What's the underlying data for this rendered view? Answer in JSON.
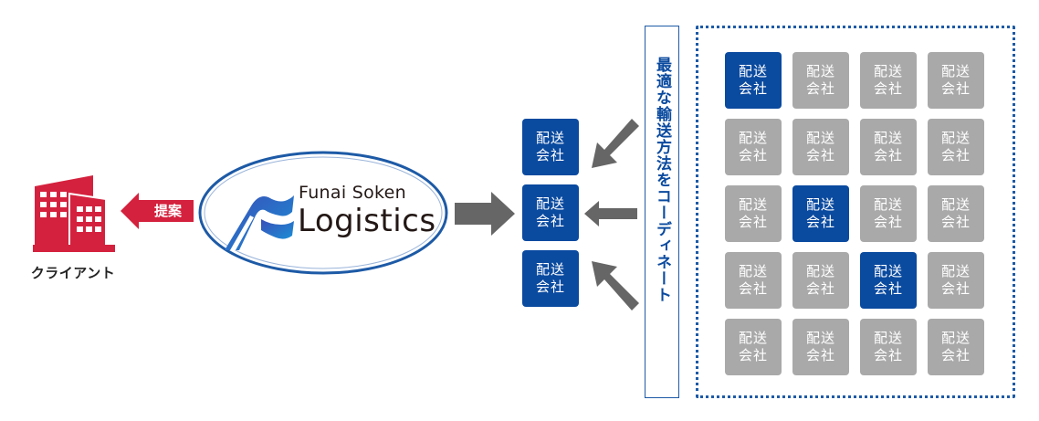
{
  "client": {
    "label": "クライアント",
    "icon": "building-icon",
    "color": "#d4213d"
  },
  "proposal": {
    "label": "提案",
    "color": "#d4213d"
  },
  "logo": {
    "line1": "Funai Soken",
    "line2": "Logistics",
    "border_color": "#1d5aa6"
  },
  "middle_companies": [
    {
      "line1": "配送",
      "line2": "会社",
      "selected": true
    },
    {
      "line1": "配送",
      "line2": "会社",
      "selected": true
    },
    {
      "line1": "配送",
      "line2": "会社",
      "selected": true
    }
  ],
  "coordinate": {
    "label": "最適な輸送方法をコーディネート"
  },
  "pool": {
    "rows": [
      [
        {
          "line1": "配送",
          "line2": "会社",
          "selected": true
        },
        {
          "line1": "配送",
          "line2": "会社",
          "selected": false
        },
        {
          "line1": "配送",
          "line2": "会社",
          "selected": false
        },
        {
          "line1": "配送",
          "line2": "会社",
          "selected": false
        }
      ],
      [
        {
          "line1": "配送",
          "line2": "会社",
          "selected": false
        },
        {
          "line1": "配送",
          "line2": "会社",
          "selected": false
        },
        {
          "line1": "配送",
          "line2": "会社",
          "selected": false
        },
        {
          "line1": "配送",
          "line2": "会社",
          "selected": false
        }
      ],
      [
        {
          "line1": "配送",
          "line2": "会社",
          "selected": false
        },
        {
          "line1": "配送",
          "line2": "会社",
          "selected": true
        },
        {
          "line1": "配送",
          "line2": "会社",
          "selected": false
        },
        {
          "line1": "配送",
          "line2": "会社",
          "selected": false
        }
      ],
      [
        {
          "line1": "配送",
          "line2": "会社",
          "selected": false
        },
        {
          "line1": "配送",
          "line2": "会社",
          "selected": false
        },
        {
          "line1": "配送",
          "line2": "会社",
          "selected": true
        },
        {
          "line1": "配送",
          "line2": "会社",
          "selected": false
        }
      ],
      [
        {
          "line1": "配送",
          "line2": "会社",
          "selected": false
        },
        {
          "line1": "配送",
          "line2": "会社",
          "selected": false
        },
        {
          "line1": "配送",
          "line2": "会社",
          "selected": false
        },
        {
          "line1": "配送",
          "line2": "会社",
          "selected": false
        }
      ]
    ]
  },
  "colors": {
    "selected": "#0a4a9f",
    "unselected": "#a9a9a9",
    "arrow": "#666666",
    "accent": "#d4213d"
  }
}
